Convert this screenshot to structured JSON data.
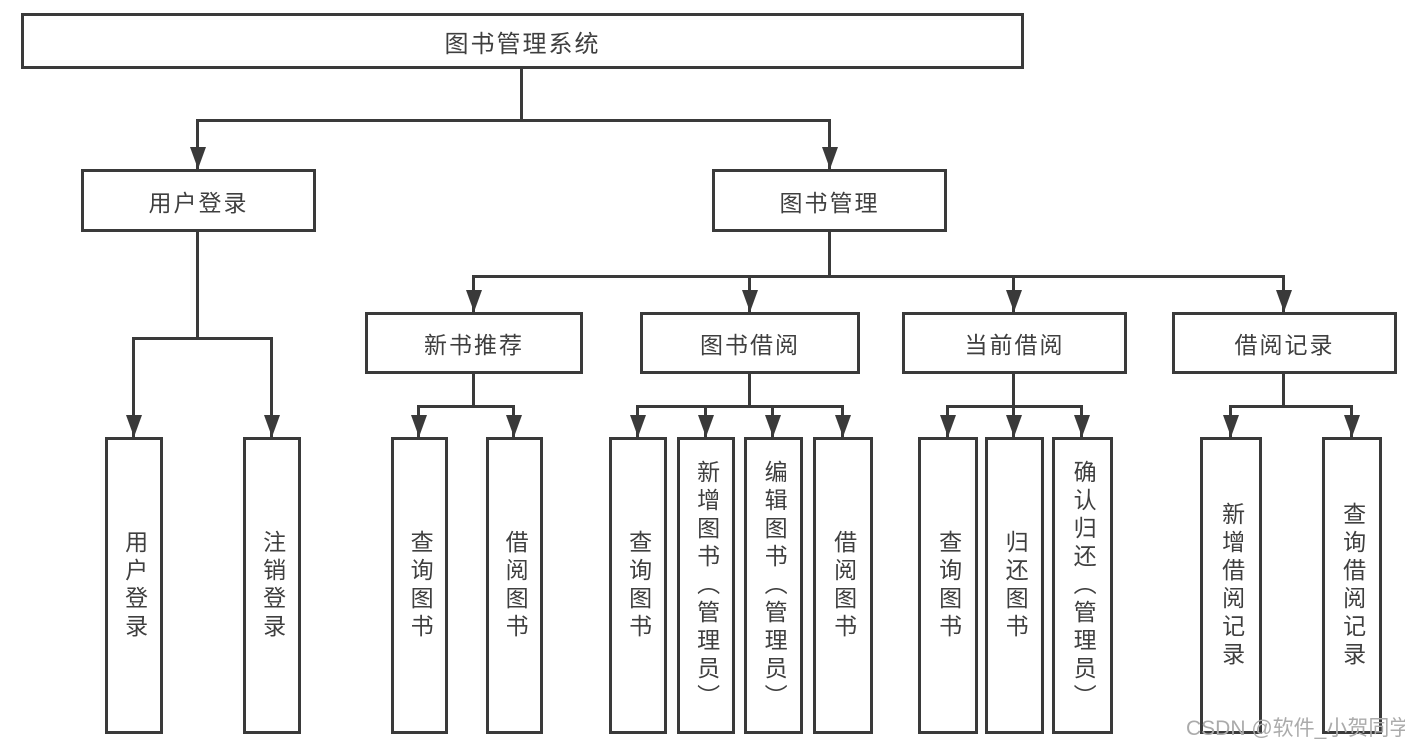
{
  "tree": {
    "root": {
      "label": "图书管理系统"
    },
    "branches": [
      {
        "label": "用户登录",
        "children": [
          {
            "label": "用户登录"
          },
          {
            "label": "注销登录"
          }
        ]
      },
      {
        "label": "图书管理",
        "sections": [
          {
            "label": "新书推荐",
            "children": [
              {
                "label": "查询图书"
              },
              {
                "label": "借阅图书"
              }
            ]
          },
          {
            "label": "图书借阅",
            "children": [
              {
                "label": "查询图书"
              },
              {
                "label": "新增图书（管理员）"
              },
              {
                "label": "编辑图书（管理员）"
              },
              {
                "label": "借阅图书"
              }
            ]
          },
          {
            "label": "当前借阅",
            "children": [
              {
                "label": "查询图书"
              },
              {
                "label": "归还图书"
              },
              {
                "label": "确认归还（管理员）"
              }
            ]
          },
          {
            "label": "借阅记录",
            "children": [
              {
                "label": "新增借阅记录"
              },
              {
                "label": "查询借阅记录"
              }
            ]
          }
        ]
      }
    ]
  },
  "watermark": {
    "text": "CSDN @软件_小贺同学"
  },
  "colors": {
    "line": "#3a3a3a",
    "text": "#3f3f3f",
    "background": "#ffffff",
    "watermark": "#ababab"
  }
}
